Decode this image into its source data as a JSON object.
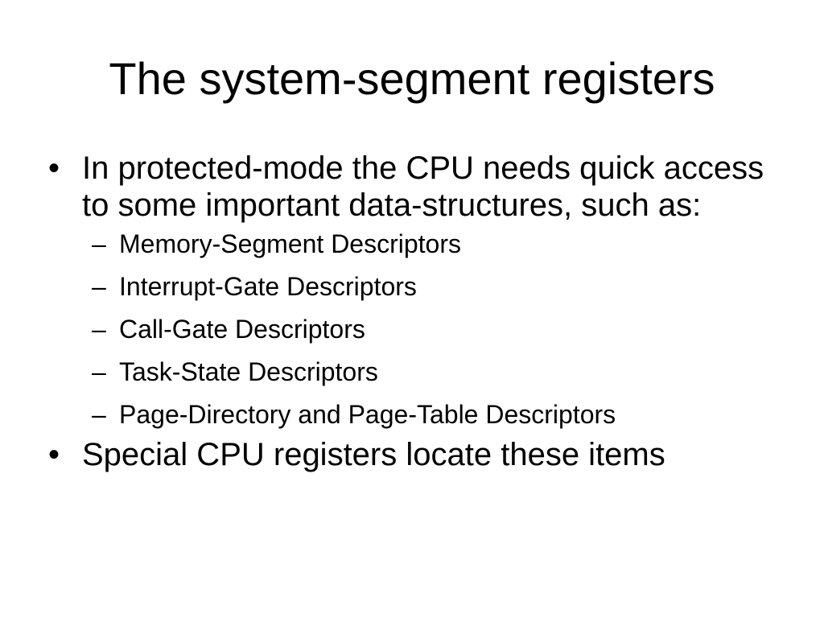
{
  "slide": {
    "title": "The system-segment registers",
    "bullet_marker": "•",
    "dash_marker": "–",
    "bullets": [
      {
        "text": "In protected-mode the CPU needs quick access to some important data-structures, such as:",
        "subitems": [
          "Memory-Segment Descriptors",
          "Interrupt-Gate Descriptors",
          "Call-Gate Descriptors",
          "Task-State Descriptors",
          "Page-Directory and Page-Table Descriptors"
        ]
      },
      {
        "text": "Special CPU registers locate these items"
      }
    ]
  }
}
